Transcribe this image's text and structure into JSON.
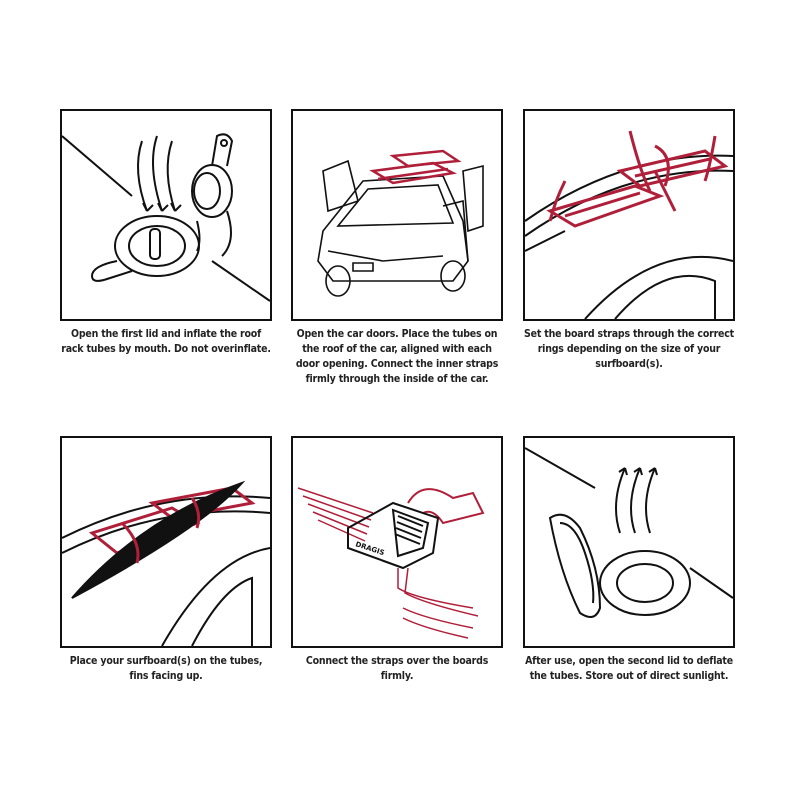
{
  "steps": [
    {
      "caption": "Open the first lid and inflate the roof rack tubes by mouth. Do not overinflate."
    },
    {
      "caption": "Open the car doors. Place the tubes on the roof of the car, aligned with each door opening. Connect the inner straps firmly through the inside of the car."
    },
    {
      "caption": "Set the board straps through the correct rings depending on the size of your surfboard(s)."
    },
    {
      "caption": "Place your surfboard(s) on the tubes, fins facing up."
    },
    {
      "caption": "Connect the straps over the boards firmly."
    },
    {
      "caption": "After use, open the second lid to deflate the tubes. Store out of direct sunlight."
    }
  ],
  "colors": {
    "accent": "#b01f3a",
    "line": "#111111"
  }
}
